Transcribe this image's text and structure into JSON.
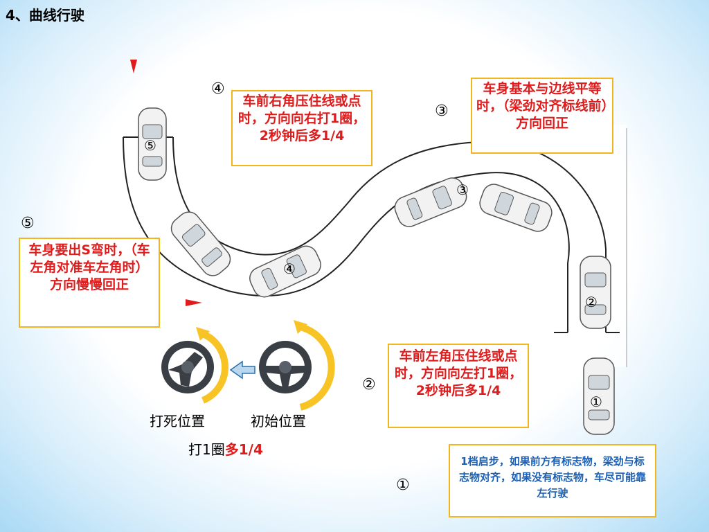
{
  "title": "4、曲线行驶",
  "notes": {
    "top_middle": "车前右角压住线或点时，方向向右打1圈，2秒钟后多1/4",
    "top_right": "车身基本与边线平等时，（梁劲对齐标线前）方向回正",
    "left": "车身要出S弯时，（车左角对准车左角时）方向慢慢回正",
    "bottom_middle": "车前左角压住线或点时，方向向左打1圈，2秒钟后多1/4",
    "bottom_right": "1档启步，如果前方有标志物，梁劲与标志物对齐，如果没有标志物，车尽可能靠左行驶"
  },
  "markers": {
    "m4_top": "④",
    "m3_top": "③",
    "m5_left": "⑤",
    "m2_mid": "②",
    "m1_bottom": "①",
    "car5": "⑤",
    "car3": "③",
    "car4": "④",
    "car2": "②",
    "car1": "①"
  },
  "wheel_labels": {
    "full_lock": "打死位置",
    "initial": "初始位置",
    "turn_prefix": "打1圈",
    "turn_suffix": "多1/4"
  },
  "colors": {
    "note_border": "#f2b51b",
    "note_text": "#e01b1b",
    "info_text": "#1a5fb4",
    "arrow": "#f2b51b"
  }
}
